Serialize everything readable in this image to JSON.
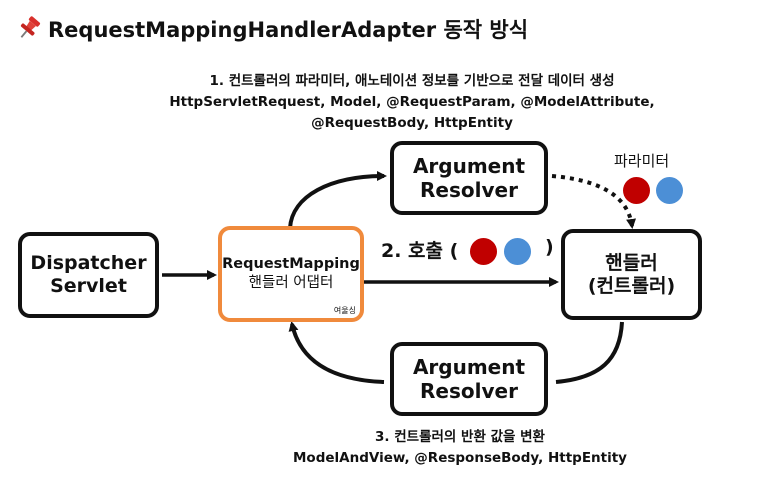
{
  "title": {
    "icon": "pushpin-icon",
    "text": "RequestMappingHandlerAdapter 동작 방식"
  },
  "notes": {
    "step1": {
      "line1": "1. 컨트롤러의 파라미터, 애노테이션 정보를 기반으로 전달 데이터 생성",
      "line2": "HttpServletRequest, Model, @RequestParam, @ModelAttribute,",
      "line3": "@RequestBody, HttpEntity"
    },
    "step3": {
      "line1": "3. 컨트롤러의 반환 값을 변환",
      "line2": "ModelAndView, @ResponseBody, HttpEntity"
    }
  },
  "nodes": {
    "dispatcher": {
      "line1": "Dispatcher",
      "line2": "Servlet"
    },
    "adapter": {
      "line1": "RequestMapping",
      "line2": "핸들러 어댑터",
      "watermark": "여울싱"
    },
    "resolver_top": {
      "line1": "Argument",
      "line2": "Resolver"
    },
    "resolver_bottom": {
      "line1": "Argument",
      "line2": "Resolver"
    },
    "handler": {
      "line1": "핸들러",
      "line2": "(컨트롤러)"
    }
  },
  "labels": {
    "params": "파라미터",
    "call_prefix": "2. 호출 (",
    "call_suffix": ")"
  },
  "colors": {
    "param_red": "#c00000",
    "param_blue": "#4c8fd6",
    "adapter_border": "#f08a3c",
    "pin": "#d9302c"
  }
}
